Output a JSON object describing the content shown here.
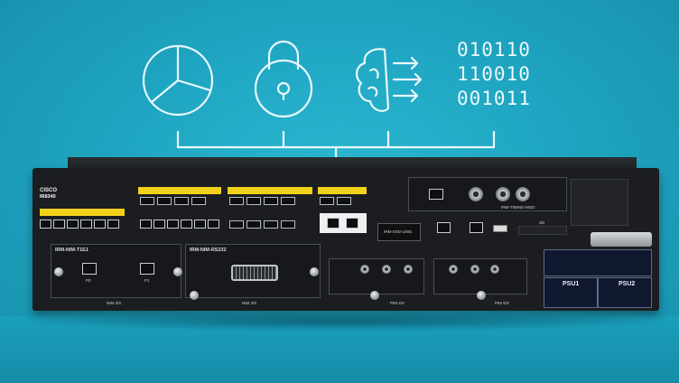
{
  "binary_text": [
    "010110",
    "110010",
    "001011"
  ],
  "chassis": {
    "brand": "CISCO",
    "model": "IR8340"
  },
  "labels": {
    "nim_t1e1": "IRM-NIM-T1E1",
    "nim_rs232": "IRM-NIM-RS232",
    "nim_3x_a": "NIM 2/X",
    "nim_3x_b": "NIM 3/X",
    "pim_4x": "PIM 4/X",
    "pim_5x": "PIM 5/X",
    "ssd": "IRM-SSD-100G",
    "timing": "IRM-TIMING-MOD",
    "psu1": "PSU1",
    "psu2": "PSU2",
    "sd": "SD",
    "port_p0": "P0",
    "port_p1": "P1"
  },
  "icon_names": [
    "pie-chart-icon",
    "padlock-icon",
    "brain-flow-icon"
  ],
  "colors": {
    "background": "#1fa6c2",
    "icon_stroke": "#eaf8fb",
    "port_highlight": "#f2d11a",
    "psu_panel": "#101830"
  }
}
